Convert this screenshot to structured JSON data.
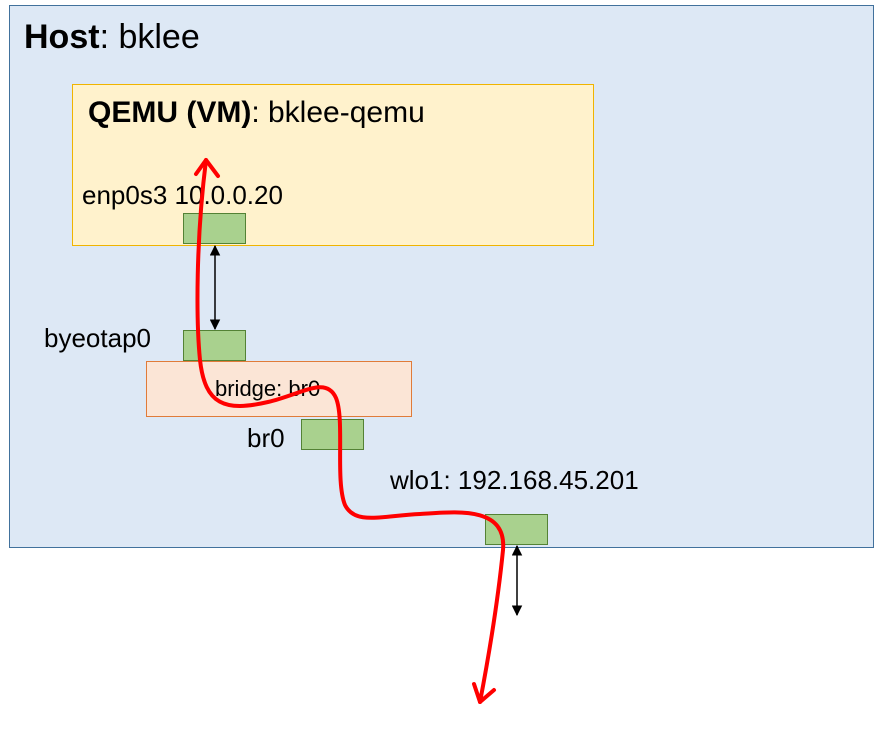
{
  "host": {
    "title_bold": "Host",
    "title_rest": ": bklee"
  },
  "vm": {
    "title_bold": "QEMU (VM)",
    "title_rest": ": bklee-qemu",
    "interface_label": "enp0s3 10.0.0.20"
  },
  "tap": {
    "label": "byeotap0"
  },
  "bridge": {
    "label": "bridge: br0",
    "port_label": "br0"
  },
  "physical": {
    "label": "wlo1:  192.168.45.201"
  },
  "colors": {
    "host_fill": "#dde8f5",
    "host_border": "#41719c",
    "vm_fill": "#fff2cc",
    "vm_border": "#f0b400",
    "bridge_fill": "#fbe5d6",
    "bridge_border": "#e07b39",
    "nic_fill": "#a9d18e",
    "nic_border": "#548235",
    "path_color": "#ff0000"
  }
}
